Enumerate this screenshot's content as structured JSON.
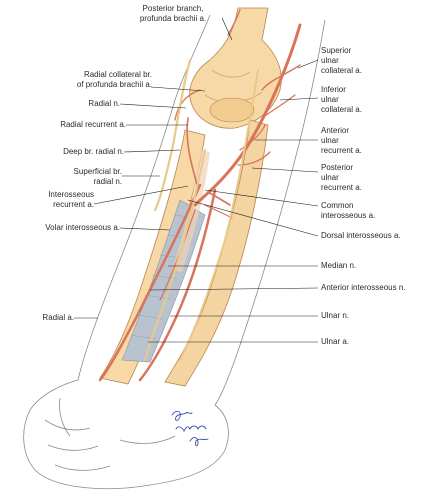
{
  "labels": {
    "posterior_branch": "Posterior branch,\nprofunda brachii a.",
    "radial_collateral": "Radial collateral br.\nof profunda brachii a.",
    "radial_n": "Radial n.",
    "radial_recurrent": "Radial recurrent a.",
    "deep_br_radial": "Deep br. radial n.",
    "superficial_br_radial": "Superficial br.\nradial n.",
    "interosseous_recurrent": "Interosseous\nrecurrent a.",
    "volar_interosseous": "Volar interosseous a.",
    "radial_a": "Radial a.",
    "superior_ulnar_collateral": "Superior\nulnar\ncollateral a.",
    "inferior_ulnar_collateral": "Inferior\nulnar\ncollateral a.",
    "anterior_ulnar_recurrent": "Anterior\nulnar\nrecurrent a.",
    "posterior_ulnar_recurrent": "Posterior\nulnar\nrecurrent a.",
    "common_interosseous": "Common\ninterosseous a.",
    "dorsal_interosseous": "Dorsal interosseous a.",
    "median_n": "Median n.",
    "anterior_interosseous_n": "Anterior interosseous n.",
    "ulnar_n": "Ulnar n.",
    "ulnar_a": "Ulnar a."
  },
  "signature": "Gerry Wind MD",
  "colors": {
    "artery": "#d9735a",
    "bone": "#f6d9a6",
    "bone_shadow": "#d9a873",
    "membrane": "#b9c3cf",
    "skin_outline": "#8a8a8a",
    "leader": "#1a1a1a",
    "signature_ink": "#3a4fb0"
  }
}
